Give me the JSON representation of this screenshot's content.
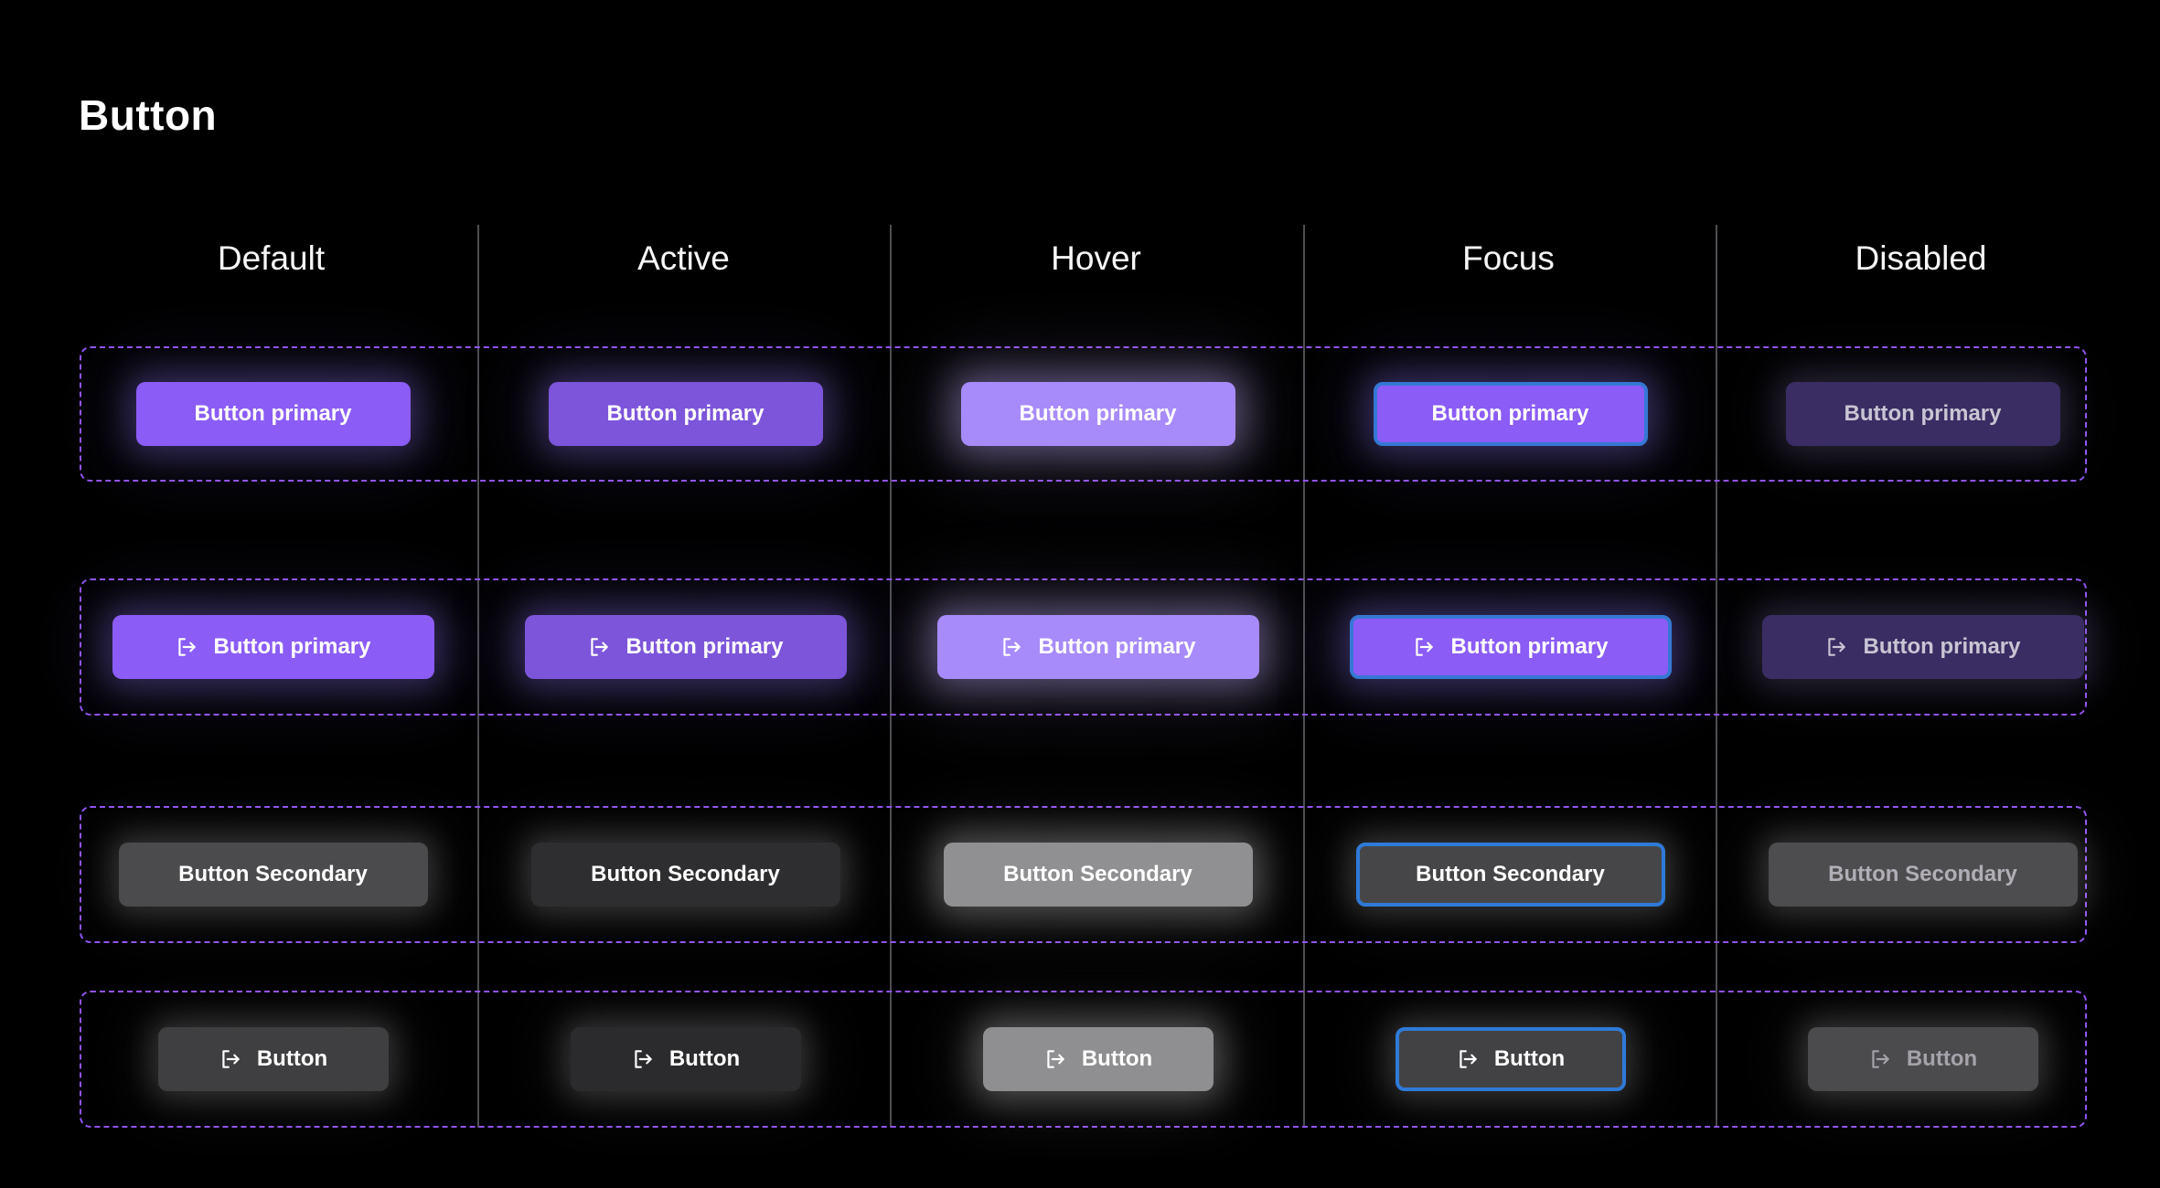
{
  "title": "Button",
  "columns": [
    {
      "label": "Default"
    },
    {
      "label": "Active"
    },
    {
      "label": "Hover"
    },
    {
      "label": "Focus"
    },
    {
      "label": "Disabled"
    }
  ],
  "rows": [
    {
      "name": "button-primary",
      "label": "Button primary",
      "icon": null
    },
    {
      "name": "button-primary-with-icon",
      "label": "Button primary",
      "icon": "arrow-exit-icon"
    },
    {
      "name": "button-secondary",
      "label": "Button Secondary",
      "icon": null
    },
    {
      "name": "button-secondary-with-icon",
      "label": "Button",
      "icon": "arrow-exit-icon"
    }
  ],
  "states": [
    "default",
    "active",
    "hover",
    "focus",
    "disabled"
  ],
  "palette": {
    "background": "#000000",
    "dashed_container_border": "#9254f0",
    "column_divider": "#4e4e52",
    "header_text": "#f7f7f7",
    "primary_default": "#8b5cf6",
    "primary_active": "#7d55da",
    "primary_hover": "#a78bfa",
    "primary_focus_fill": "#8b5cf6",
    "primary_disabled_fill": "#3a2d63",
    "primary_disabled_text": "#c9c5d4",
    "secondary_default": "#4b4b4d",
    "secondary_active": "#2e2e30",
    "secondary_hover": "#909092",
    "secondary_focus_fill": "#464648",
    "secondary_disabled_text": "#b1aeb6",
    "focus_ring_blue": "#2f7ad8",
    "button_text": "#ffffff"
  }
}
